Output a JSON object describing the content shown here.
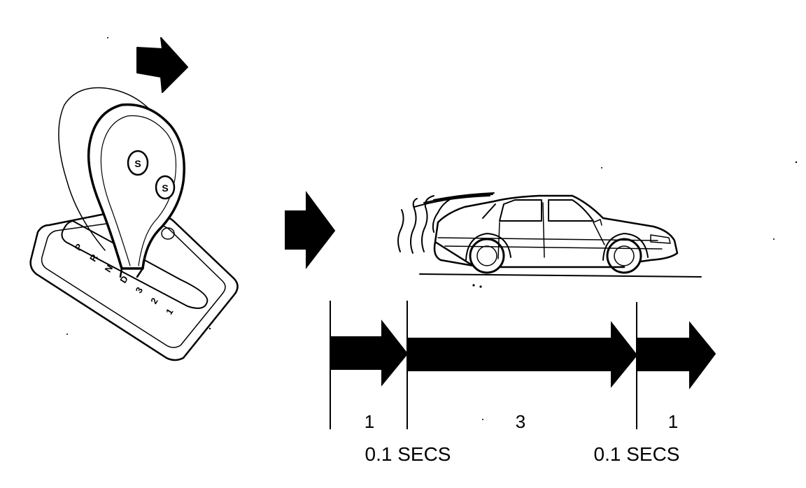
{
  "colors": {
    "ink": "#000000",
    "paper": "#ffffff"
  },
  "gear_selector": {
    "positions": [
      "P",
      "R",
      "N",
      "D",
      "3",
      "2",
      "1"
    ],
    "button_glyphs": [
      "S",
      "S"
    ]
  },
  "timeline": {
    "segments": [
      {
        "number": "1",
        "duration": "0.1 SECS"
      },
      {
        "number": "3",
        "duration": ""
      },
      {
        "number": "1",
        "duration": "0.1 SECS"
      }
    ]
  }
}
